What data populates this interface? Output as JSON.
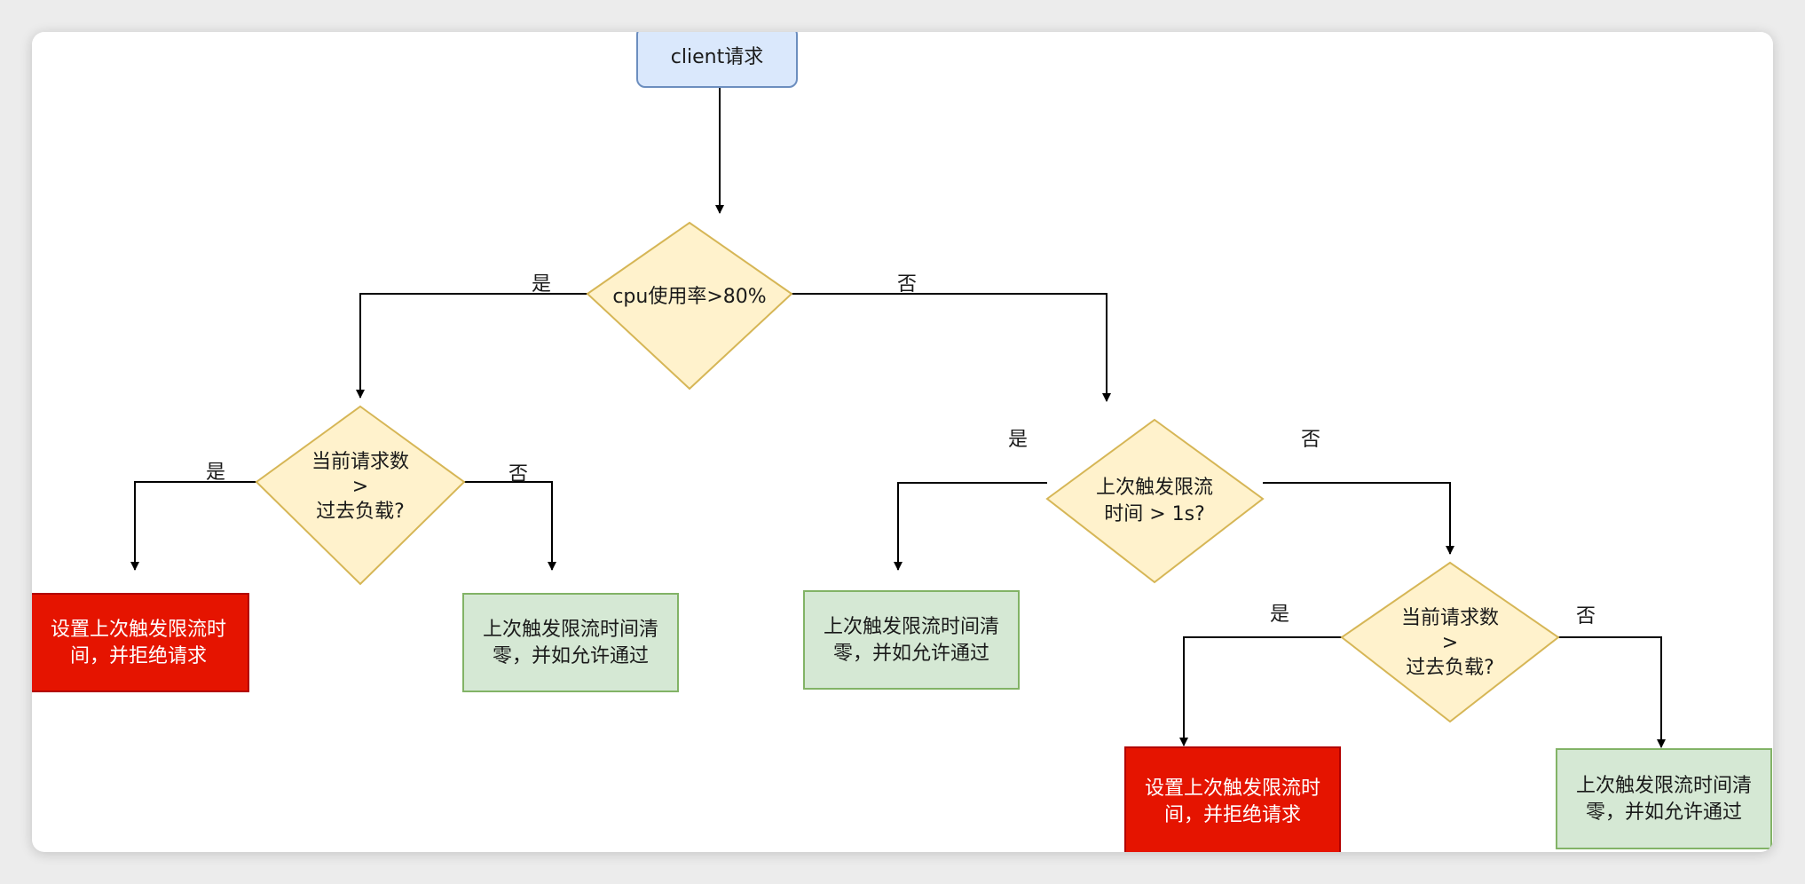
{
  "diagram": {
    "colors": {
      "start_fill": "#dae8fc",
      "start_stroke": "#6c8ebf",
      "decision_fill": "#fff2cc",
      "decision_stroke": "#d6b656",
      "reject_fill": "#e51400",
      "reject_stroke": "#b20000",
      "accept_fill": "#d5e8d4",
      "accept_stroke": "#82b366",
      "edge": "#000000"
    },
    "nodes": {
      "start": {
        "lines": [
          "client请求"
        ]
      },
      "cpu": {
        "lines": [
          "cpu使用率>80%"
        ]
      },
      "q_left": {
        "lines": [
          "当前请求数",
          ">",
          "过去负载?"
        ]
      },
      "reject_left": {
        "lines": [
          "设置上次触发限流时",
          "间，并拒绝请求"
        ]
      },
      "accept_left": {
        "lines": [
          "上次触发限流时间清",
          "零，并如允许通过"
        ]
      },
      "last_trigger": {
        "lines": [
          "上次触发限流",
          "时间 > 1s?"
        ]
      },
      "accept_mid": {
        "lines": [
          "上次触发限流时间清",
          "零，并如允许通过"
        ]
      },
      "q_right": {
        "lines": [
          "当前请求数",
          ">",
          "过去负载?"
        ]
      },
      "reject_right": {
        "lines": [
          "设置上次触发限流时",
          "间，并拒绝请求"
        ]
      },
      "accept_right": {
        "lines": [
          "上次触发限流时间清",
          "零，并如允许通过"
        ]
      }
    },
    "edge_labels": {
      "cpu_yes": "是",
      "cpu_no": "否",
      "q_left_yes": "是",
      "q_left_no": "否",
      "last_yes": "是",
      "last_no": "否",
      "q_right_yes": "是",
      "q_right_no": "否"
    }
  }
}
